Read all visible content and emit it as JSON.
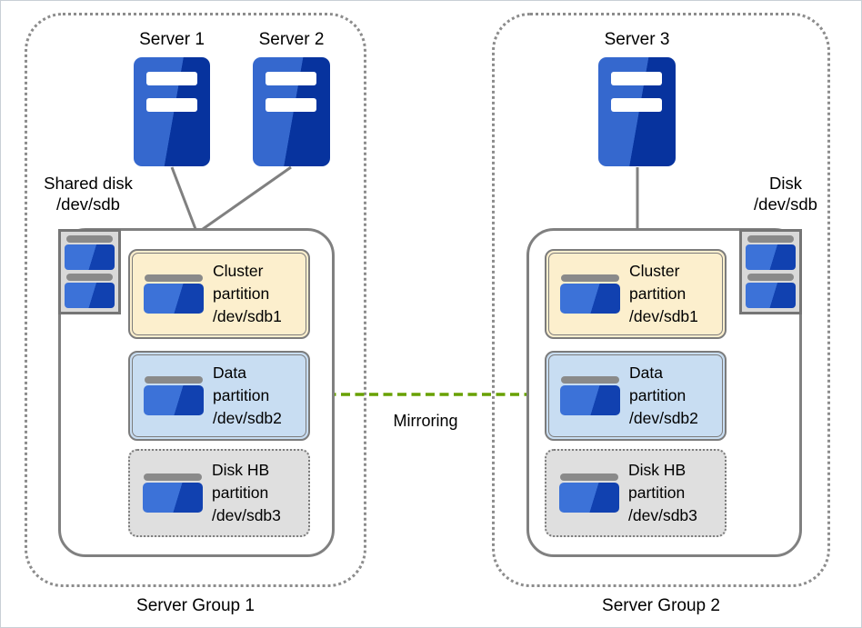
{
  "colors": {
    "server_blue_light": "#3568CE",
    "server_blue_dark": "#07339E",
    "disk_blue_light": "#3C72D8",
    "disk_blue_dark": "#1141B0",
    "cluster_fill": "#FCEFCD",
    "data_fill": "#C8DDF2",
    "diskhb_fill": "#DFDFDF",
    "icon_tray_fill": "#D9D9D9",
    "bar_gray": "#8A8A8A",
    "border_gray": "#7C7C7C",
    "line_gray": "#808080",
    "group_border_gray": "#8C8C8C",
    "mirror_green": "#68A100"
  },
  "groups": [
    {
      "label": "Server Group 1",
      "servers": [
        {
          "label": "Server 1"
        },
        {
          "label": "Server 2"
        }
      ],
      "disk_label": {
        "line1": "Shared disk",
        "line2": "/dev/sdb"
      },
      "partitions": [
        {
          "name": "Cluster partition",
          "device": "/dev/sdb1"
        },
        {
          "name": "Data partition",
          "device": "/dev/sdb2"
        },
        {
          "name": "Disk HB partition",
          "device": "/dev/sdb3"
        }
      ]
    },
    {
      "label": "Server Group 2",
      "servers": [
        {
          "label": "Server 3"
        }
      ],
      "disk_label": {
        "line1": "Disk",
        "line2": "/dev/sdb"
      },
      "partitions": [
        {
          "name": "Cluster partition",
          "device": "/dev/sdb1"
        },
        {
          "name": "Data partition",
          "device": "/dev/sdb2"
        },
        {
          "name": "Disk HB partition",
          "device": "/dev/sdb3"
        }
      ]
    }
  ],
  "mirroring": {
    "label": "Mirroring"
  }
}
